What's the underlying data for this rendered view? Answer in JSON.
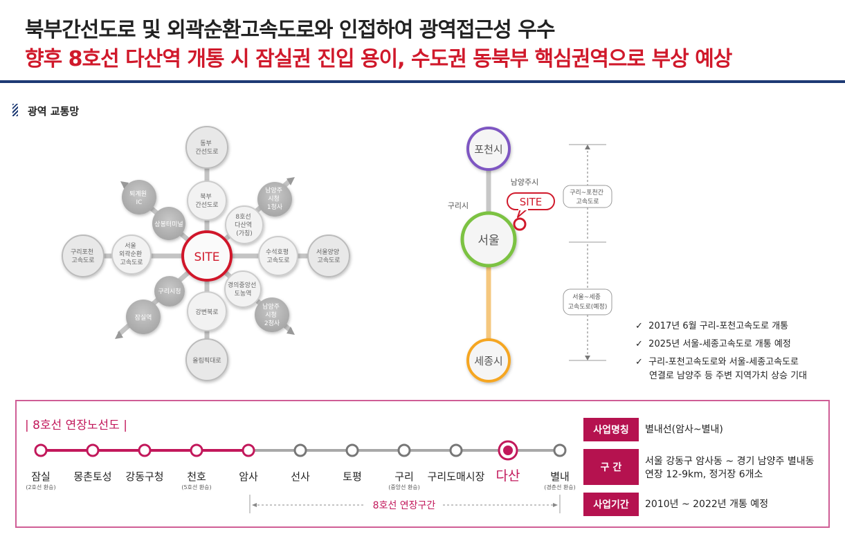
{
  "header": {
    "line1": "북부간선도로 및 외곽순환고속도로와 인접하여 광역접근성 우수",
    "line2": "향후 8호선 다산역 개통 시 잠실권 진입 용이, 수도권 동북부 핵심권역으로 부상 예상"
  },
  "section_title": "광역 교통망",
  "network": {
    "site": "SITE",
    "inner": [
      {
        "id": "bukbu",
        "lines": [
          "북부",
          "간선도로"
        ]
      },
      {
        "id": "dasan",
        "lines": [
          "8호선",
          "다산역",
          "(가칭)"
        ]
      },
      {
        "id": "suseok",
        "lines": [
          "수석호평",
          "고속도로"
        ]
      },
      {
        "id": "gyeongui",
        "lines": [
          "경의중앙선",
          "도농역"
        ]
      },
      {
        "id": "gangbyeon",
        "lines": [
          "강변북로"
        ]
      },
      {
        "id": "guri-city",
        "lines": [
          "구리시청"
        ]
      },
      {
        "id": "seoul-outer",
        "lines": [
          "서울",
          "외곽순환",
          "고속도로"
        ]
      },
      {
        "id": "sangbong",
        "lines": [
          "상봉터미널"
        ]
      }
    ],
    "outer": [
      {
        "id": "dongbu",
        "lines": [
          "동부",
          "간선도로"
        ]
      },
      {
        "id": "nyj1",
        "lines": [
          "남양주",
          "시청",
          "1청사"
        ]
      },
      {
        "id": "seoul-yangyang",
        "lines": [
          "서울양양",
          "고속도로"
        ]
      },
      {
        "id": "nyj2",
        "lines": [
          "남양주",
          "시청",
          "2청사"
        ]
      },
      {
        "id": "olympic",
        "lines": [
          "올림픽대로"
        ]
      },
      {
        "id": "jamsil",
        "lines": [
          "잠실역"
        ]
      },
      {
        "id": "guri-pocheon",
        "lines": [
          "구리포천",
          "고속도로"
        ]
      },
      {
        "id": "toegyewon",
        "lines": [
          "퇴계원",
          "IC"
        ]
      }
    ]
  },
  "corridor": {
    "pocheon": "포천시",
    "seoul": "서울",
    "sejong": "세종시",
    "namyangju": "남양주시",
    "guri": "구리시",
    "site": "SITE",
    "label_top": [
      "구리~포천간",
      "고속도로"
    ],
    "label_bottom": [
      "서울~세종",
      "고속도로(예정)"
    ]
  },
  "checks": [
    {
      "text": "2017년 6월 구리-포천고속도로 개통"
    },
    {
      "text": "2025년 서울-세종고속도로 개통 예정"
    },
    {
      "text": "구리-포천고속도로와 서울-세종고속도로",
      "text2": "연결로 남양주 등 주변 지역가치 상승 기대"
    }
  ],
  "check_mark": "✓",
  "line8": {
    "title": "| 8호선 연장노선도 |",
    "stations": [
      {
        "name": "잠실",
        "sub": "(2호선 환승)"
      },
      {
        "name": "몽촌토성",
        "sub": ""
      },
      {
        "name": "강동구청",
        "sub": ""
      },
      {
        "name": "천호",
        "sub": "(5호선 환승)"
      },
      {
        "name": "암사",
        "sub": ""
      },
      {
        "name": "선사",
        "sub": ""
      },
      {
        "name": "토평",
        "sub": ""
      },
      {
        "name": "구리",
        "sub": "(중앙선 환승)"
      },
      {
        "name": "구리도매시장",
        "sub": ""
      },
      {
        "name": "다산",
        "sub": ""
      },
      {
        "name": "별내",
        "sub": "(경춘선 환승)"
      }
    ],
    "extension_label": "8호선 연장구간",
    "existing_color": "#c2185b",
    "planned_color": "#a8a8a8"
  },
  "info": [
    {
      "tag": "사업명칭",
      "value": "별내선(암사~별내)"
    },
    {
      "tag": "구   간",
      "value": "서울 강동구 암사동 ~ 경기 남양주 별내동",
      "value2": "연장 12-9km, 정거장 6개소"
    },
    {
      "tag": "사업기간",
      "value": "2010년 ~ 2022년 개통 예정"
    }
  ],
  "colors": {
    "accent_red": "#d0192b",
    "navy": "#1d3a74",
    "magenta": "#b5124f"
  }
}
